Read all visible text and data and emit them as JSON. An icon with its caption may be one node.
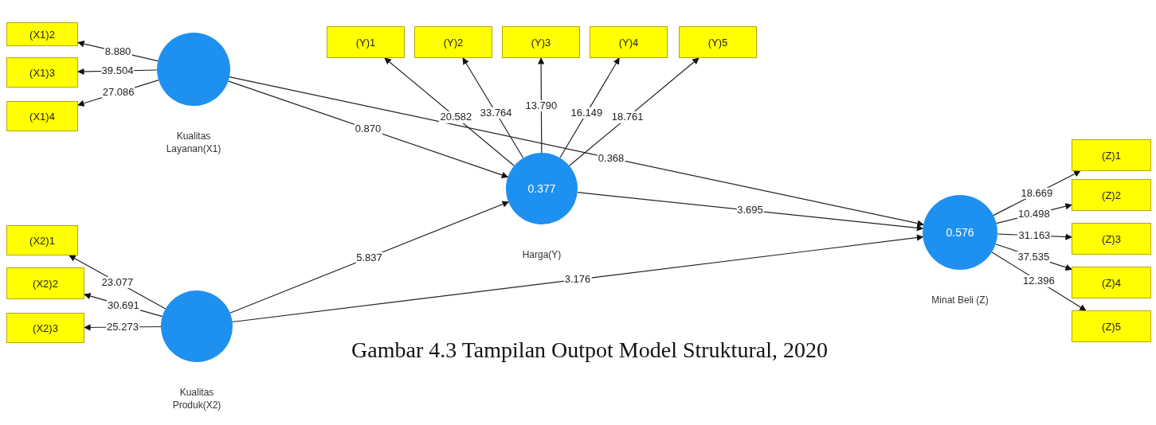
{
  "diagram": {
    "caption": "Gambar 4.3 Tampilan Outpot Model Struktural, 2020",
    "nodes": [
      {
        "text": [
          "(X1)2"
        ]
      },
      {
        "text": [
          "(X1)3"
        ]
      },
      {
        "text": [
          "(X1)4"
        ]
      },
      {
        "text": [
          "Kualitas Layanan(X1)"
        ]
      },
      {
        "text": [
          "(Y)1"
        ]
      },
      {
        "text": [
          "(Y)2"
        ]
      },
      {
        "text": [
          "(Y)3"
        ]
      },
      {
        "text": [
          "(Y)4"
        ]
      },
      {
        "text": [
          "(Y)5"
        ]
      },
      {
        "text": [
          "0.377",
          "Harga(Y)"
        ]
      },
      {
        "text": [
          "(X2)1"
        ]
      },
      {
        "text": [
          "(X2)2"
        ]
      },
      {
        "text": [
          "(X2)3"
        ]
      },
      {
        "text": [
          "Kualitas Produk(X2)"
        ]
      },
      {
        "text": [
          "0.576",
          "Minat Beli (Z)"
        ]
      },
      {
        "text": [
          "(Z)1"
        ]
      },
      {
        "text": [
          "(Z)2"
        ]
      },
      {
        "text": [
          "(Z)3"
        ]
      },
      {
        "text": [
          "(Z)4"
        ]
      },
      {
        "text": [
          "(Z)5"
        ]
      }
    ],
    "edges": [
      {
        "from": 3,
        "to": 0,
        "arrow": "to",
        "label": "8.880"
      },
      {
        "from": 3,
        "to": 1,
        "arrow": "to",
        "label": "39.504"
      },
      {
        "from": 3,
        "to": 2,
        "arrow": "to",
        "label": "27.086"
      },
      {
        "from": 9,
        "to": 4,
        "arrow": "to",
        "label": "20.582"
      },
      {
        "from": 9,
        "to": 5,
        "arrow": "to",
        "label": "33.764"
      },
      {
        "from": 9,
        "to": 6,
        "arrow": "to",
        "label": "13.790"
      },
      {
        "from": 9,
        "to": 7,
        "arrow": "to",
        "label": "16.149"
      },
      {
        "from": 9,
        "to": 8,
        "arrow": "to",
        "label": "18.761"
      },
      {
        "from": 3,
        "to": 9,
        "arrow": "to",
        "label": "0.870"
      },
      {
        "from": 3,
        "to": 14,
        "arrow": "to",
        "label": "0.368"
      },
      {
        "from": 13,
        "to": 10,
        "arrow": "to",
        "label": "23.077"
      },
      {
        "from": 13,
        "to": 11,
        "arrow": "to",
        "label": "30.691"
      },
      {
        "from": 13,
        "to": 12,
        "arrow": "to",
        "label": "25.273"
      },
      {
        "from": 13,
        "to": 9,
        "arrow": "to",
        "label": "5.837"
      },
      {
        "from": 9,
        "to": 14,
        "arrow": "to",
        "label": "3.695"
      },
      {
        "from": 13,
        "to": 14,
        "arrow": "to",
        "label": "3.176"
      },
      {
        "from": 14,
        "to": 15,
        "arrow": "to",
        "label": "18.669"
      },
      {
        "from": 14,
        "to": 16,
        "arrow": "to",
        "label": "10.498"
      },
      {
        "from": 14,
        "to": 17,
        "arrow": "to",
        "label": "31.163"
      },
      {
        "from": 14,
        "to": 18,
        "arrow": "to",
        "label": "37.535"
      },
      {
        "from": 14,
        "to": 19,
        "arrow": "to",
        "label": "12.396"
      }
    ]
  }
}
